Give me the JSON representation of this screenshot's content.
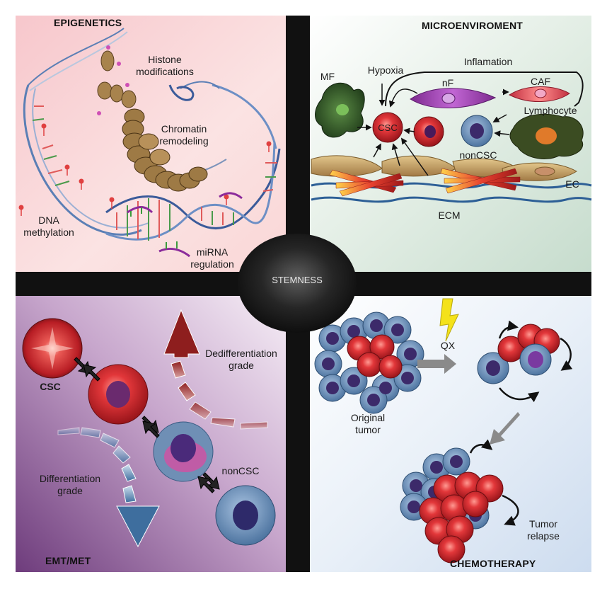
{
  "center": {
    "label": "STEMNESS"
  },
  "quadrants": {
    "epigenetics": {
      "title": "EPIGENETICS",
      "labels": {
        "histone": "Histone\nmodifications",
        "chromatin": "Chromatin\nremodeling",
        "dna": "DNA\nmethylation",
        "mirna": "miRNA\nregulation"
      }
    },
    "microenvironment": {
      "title": "MICROENVIROMENT",
      "labels": {
        "inflamation": "Inflamation",
        "hypoxia": "Hypoxia",
        "mf": "MF",
        "nf": "nF",
        "caf": "CAF",
        "lymphocyte": "Lymphocyte",
        "csc": "CSC",
        "noncsc": "nonCSC",
        "ec": "EC",
        "ecm": "ECM"
      }
    },
    "emt": {
      "title": "EMT/MET",
      "labels": {
        "csc": "CSC",
        "noncsc": "nonCSC",
        "dedifferentiation": "Dedifferentiation\ngrade",
        "differentiation": "Differentiation\ngrade"
      }
    },
    "chemotherapy": {
      "title": "CHEMOTHERAPY",
      "labels": {
        "qx": "QX",
        "original": "Original\ntumor",
        "relapse": "Tumor\nrelapse"
      }
    }
  },
  "colors": {
    "divider": "#111111",
    "epigenetics_bg": "#f6c9cd",
    "micro_bg": "#cfe2d4",
    "emt_bg": "#8d5a95",
    "chemo_bg": "#d8e4f2",
    "csc_red": "#c9202a",
    "noncsc_blue": "#5a7ea8",
    "nucleus_purple": "#3c2a6a"
  }
}
